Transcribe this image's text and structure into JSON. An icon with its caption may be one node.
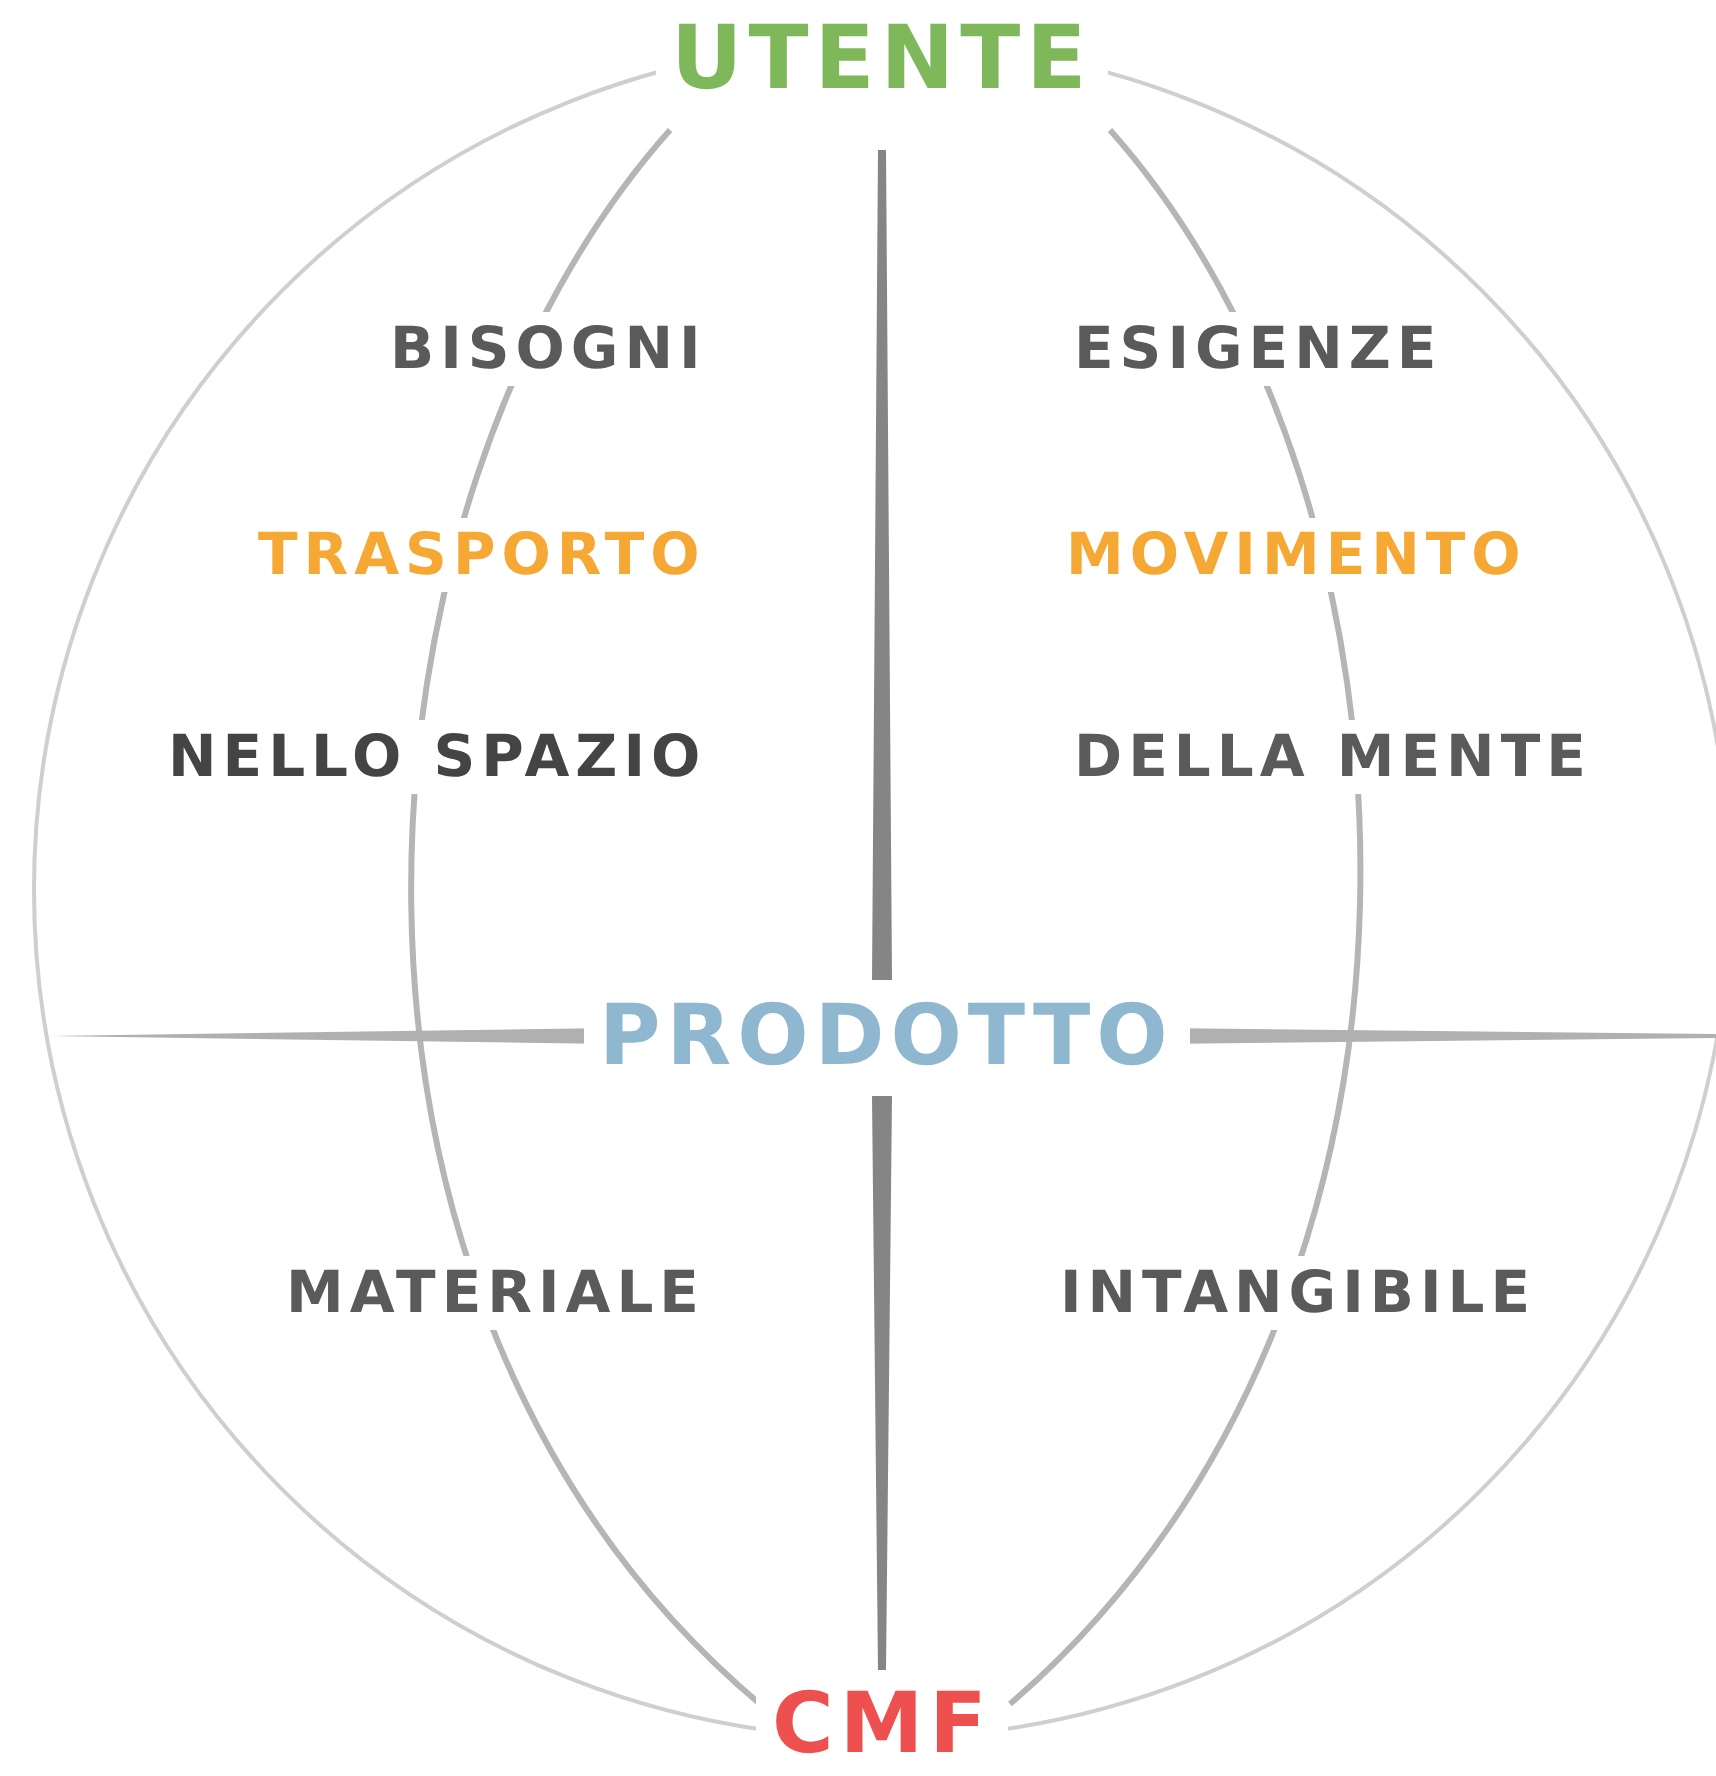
{
  "diagram": {
    "labels": [
      "UTENTE",
      "BISOGNI",
      "ESIGENZE",
      "TRASPORTO",
      "MOVIMENTO",
      "NELLO SPAZIO",
      "DELLA MENTE",
      "PRODOTTO",
      "MATERIALE",
      "INTANGIBILE",
      "CMF"
    ]
  }
}
